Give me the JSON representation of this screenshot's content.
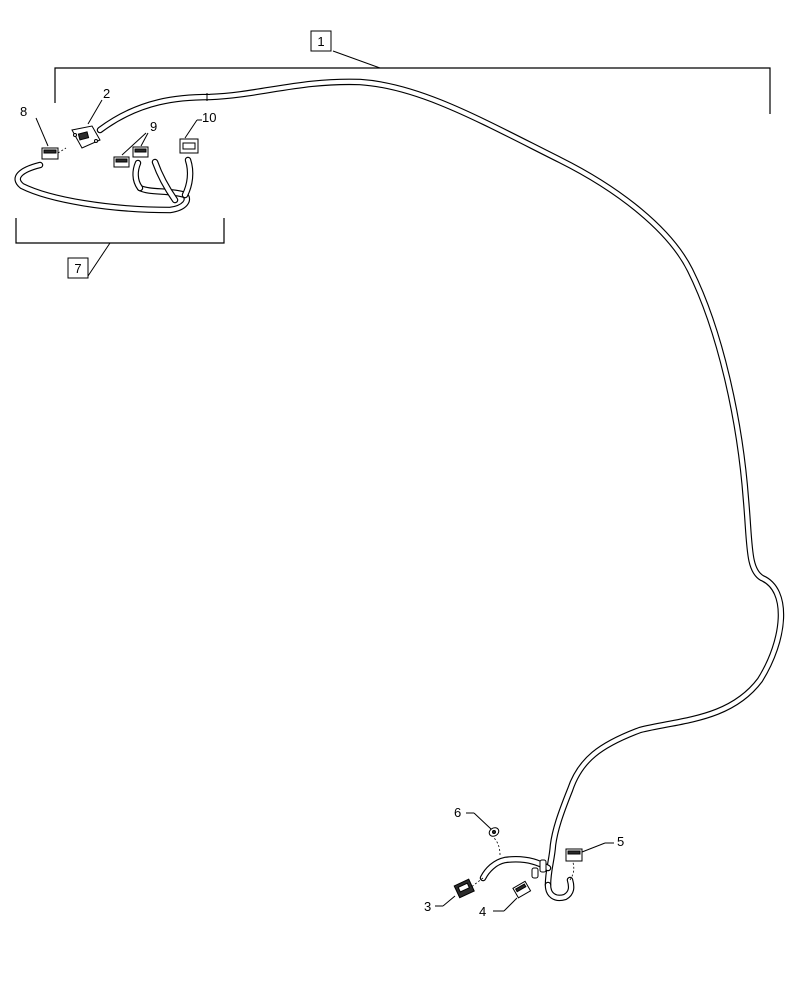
{
  "callouts": {
    "item_1": "1",
    "item_2": "2",
    "item_3": "3",
    "item_4": "4",
    "item_5": "5",
    "item_6": "6",
    "item_7": "7",
    "item_8": "8",
    "item_9": "9",
    "item_10": "10"
  }
}
